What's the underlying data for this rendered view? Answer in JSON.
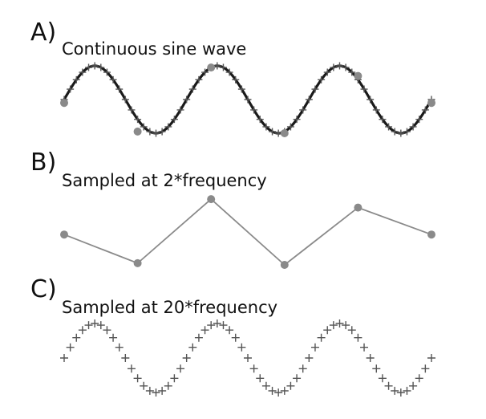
{
  "figure": {
    "panels": [
      {
        "letter": "A)",
        "caption": "Continuous sine wave"
      },
      {
        "letter": "B)",
        "caption": "Sampled at 2*frequency"
      },
      {
        "letter": "C)",
        "caption": "Sampled at 20*frequency"
      }
    ],
    "colors": {
      "curve": "#1a1a1a",
      "sample_point": "#8a8a8a",
      "sample_line": "#8a8a8a",
      "cross_marker": "#555555"
    }
  },
  "chart_data": [
    {
      "type": "line",
      "series": [
        {
          "cycles": 3,
          "samples_per_cycle": 20,
          "coarse_samples": 6,
          "style": "continuous-with-markers"
        }
      ]
    },
    {
      "type": "line",
      "series": [
        {
          "y": [
            -0.1,
            -0.95,
            0.95,
            -1.0,
            0.7,
            -0.1
          ],
          "style": "sampled-line-dots"
        }
      ]
    },
    {
      "type": "line",
      "series": [
        {
          "cycles": 3,
          "samples_per_cycle": 20,
          "style": "plus-markers"
        }
      ]
    }
  ]
}
